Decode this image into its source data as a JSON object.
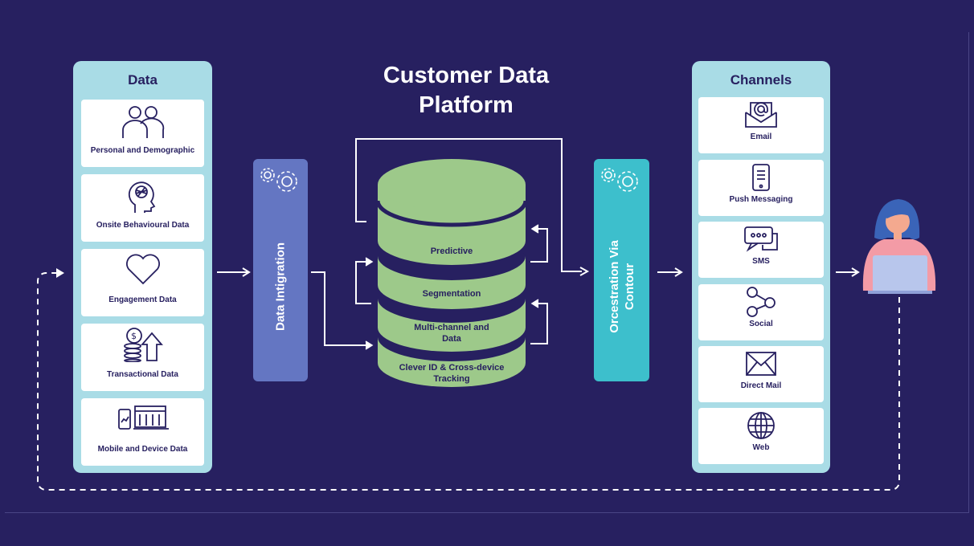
{
  "title_line1": "Customer Data",
  "title_line2": "Platform",
  "data_panel": {
    "title": "Data",
    "items": [
      {
        "label": "Personal and Demographic",
        "icon": "people-icon"
      },
      {
        "label": "Onsite Behavioural Data",
        "icon": "brain-head-icon"
      },
      {
        "label": "Engagement Data",
        "icon": "heart-icon"
      },
      {
        "label": "Transactional Data",
        "icon": "coins-arrow-icon"
      },
      {
        "label": "Mobile and Device Data",
        "icon": "devices-icon"
      }
    ]
  },
  "integration": {
    "label": "Data Intigration",
    "icon": "gears-icon"
  },
  "database": {
    "layers": [
      "Predictive",
      "Segmentation",
      "Multi-channel and Data",
      "Clever ID & Cross-device Tracking"
    ]
  },
  "orchestration": {
    "label_line1": "Orcestration Via",
    "label_line2": "Contour",
    "icon": "gears-icon"
  },
  "channels_panel": {
    "title": "Channels",
    "items": [
      {
        "label": "Email",
        "icon": "email-icon"
      },
      {
        "label": "Push Messaging",
        "icon": "phone-icon"
      },
      {
        "label": "SMS",
        "icon": "chat-icon"
      },
      {
        "label": "Social",
        "icon": "social-icon"
      },
      {
        "label": "Direct Mail",
        "icon": "envelope-icon"
      },
      {
        "label": "Web",
        "icon": "globe-icon"
      }
    ]
  },
  "customer": {
    "icon": "customer-avatar-icon"
  },
  "colors": {
    "background": "#272060",
    "panel": "#a9dce6",
    "integration": "#6476c2",
    "orchestration": "#3dbfcc",
    "database": "#9dc98a",
    "database_dark": "#272060"
  }
}
